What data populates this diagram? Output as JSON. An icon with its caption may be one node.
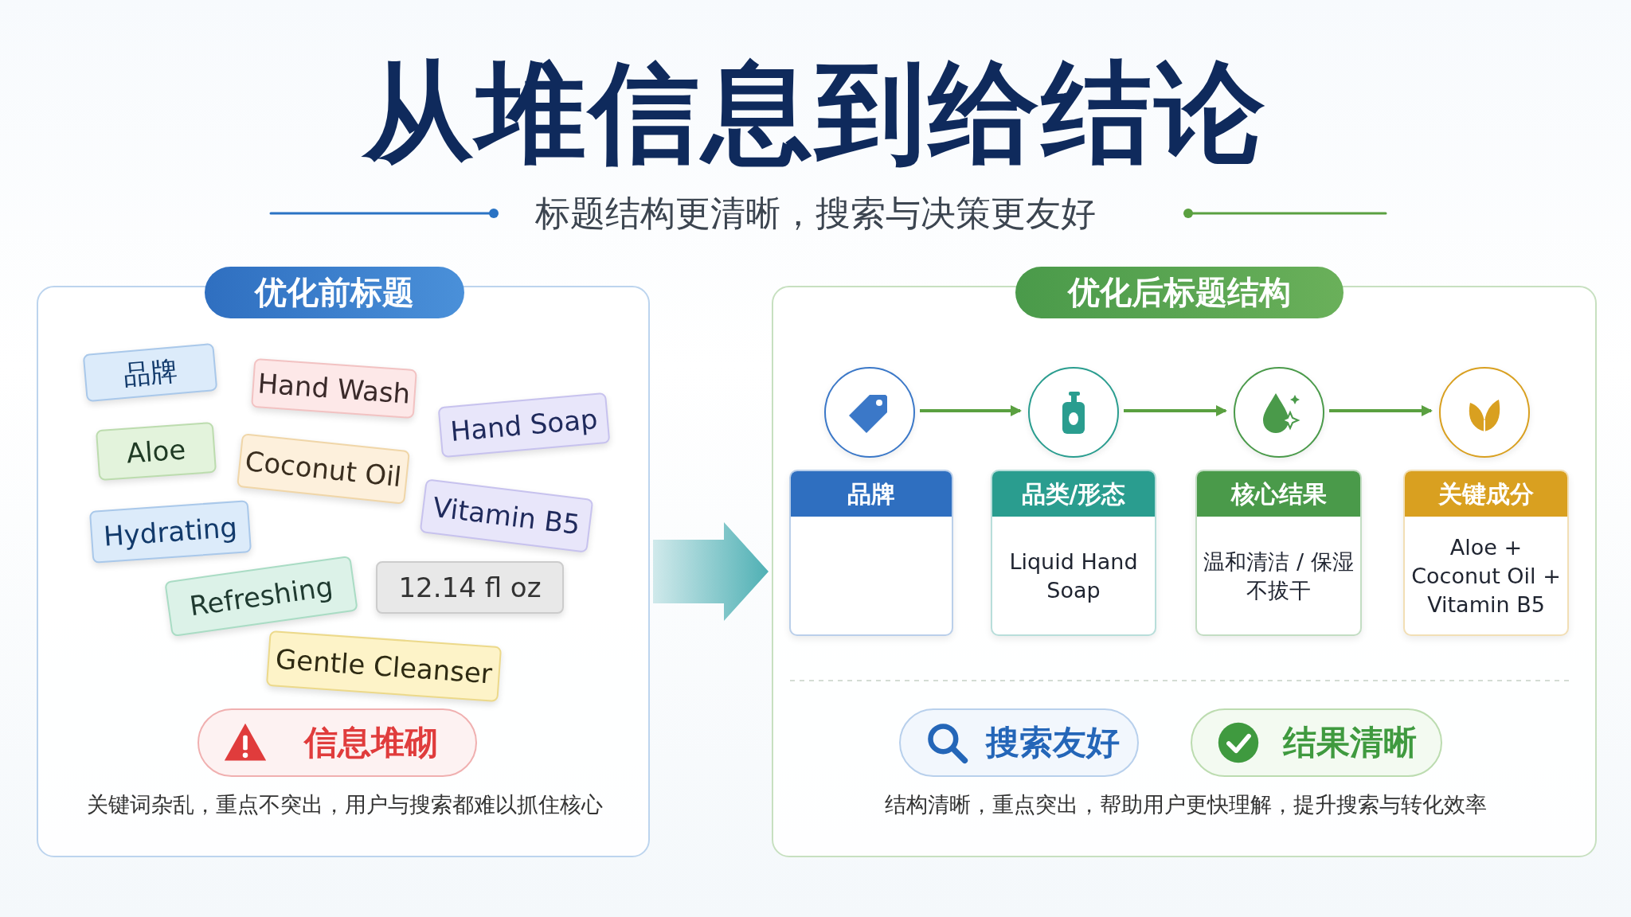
{
  "diagram": {
    "title": "从堆信息到给结论",
    "nodes": [
      {
        "text": [
          "优化前标题",
          "关键词杂乱，重点不突出，用户与搜索都难以抓住核心"
        ]
      },
      {
        "text": [
          "品牌"
        ],
        "in": 0
      },
      {
        "text": [
          "Hand Wash"
        ],
        "in": 0
      },
      {
        "text": [
          "Hand Soap"
        ],
        "in": 0
      },
      {
        "text": [
          "Aloe"
        ],
        "in": 0
      },
      {
        "text": [
          "Coconut Oil"
        ],
        "in": 0
      },
      {
        "text": [
          "Vitamin B5"
        ],
        "in": 0
      },
      {
        "text": [
          "Hydrating"
        ],
        "in": 0
      },
      {
        "text": [
          "Refreshing"
        ],
        "in": 0
      },
      {
        "text": [
          "12.14 fl oz"
        ],
        "in": 0
      },
      {
        "text": [
          "Gentle Cleanser"
        ],
        "in": 0
      },
      {
        "text": [
          "信息堆砌"
        ],
        "in": 0
      },
      {
        "text": [
          "优化后标题结构",
          "结构清晰，重点突出，帮助用户更快理解，提升搜索与转化效率"
        ]
      },
      {
        "text": [],
        "shape": "circle",
        "in": 12
      },
      {
        "text": [],
        "shape": "circle",
        "in": 12
      },
      {
        "text": [],
        "shape": "circle",
        "in": 12
      },
      {
        "text": [],
        "shape": "circle",
        "in": 12
      },
      {
        "text": [
          "品牌"
        ],
        "in": 12
      },
      {
        "text": [
          "品类/形态",
          "Liquid Hand Soap"
        ],
        "in": 12
      },
      {
        "text": [
          "核心结果",
          "温和清洁 / 保湿不拔干"
        ],
        "in": 12
      },
      {
        "text": [
          "关键成分",
          "Aloe + Coconut Oil + Vitamin B5"
        ],
        "in": 12
      },
      {
        "text": [
          "搜索友好"
        ],
        "in": 12
      },
      {
        "text": [
          "结果清晰"
        ],
        "in": 12
      }
    ],
    "edges": [
      {
        "from": 0,
        "to": 12,
        "arrow": "to",
        "style": "thick",
        "color": "#4fb0b4"
      },
      {
        "from": 13,
        "to": 14,
        "arrow": "to"
      },
      {
        "from": 14,
        "to": 15,
        "arrow": "to"
      },
      {
        "from": 15,
        "to": 16,
        "arrow": "to"
      }
    ],
    "labels": [
      "标题结构更清晰，搜索与决策更友好"
    ]
  }
}
